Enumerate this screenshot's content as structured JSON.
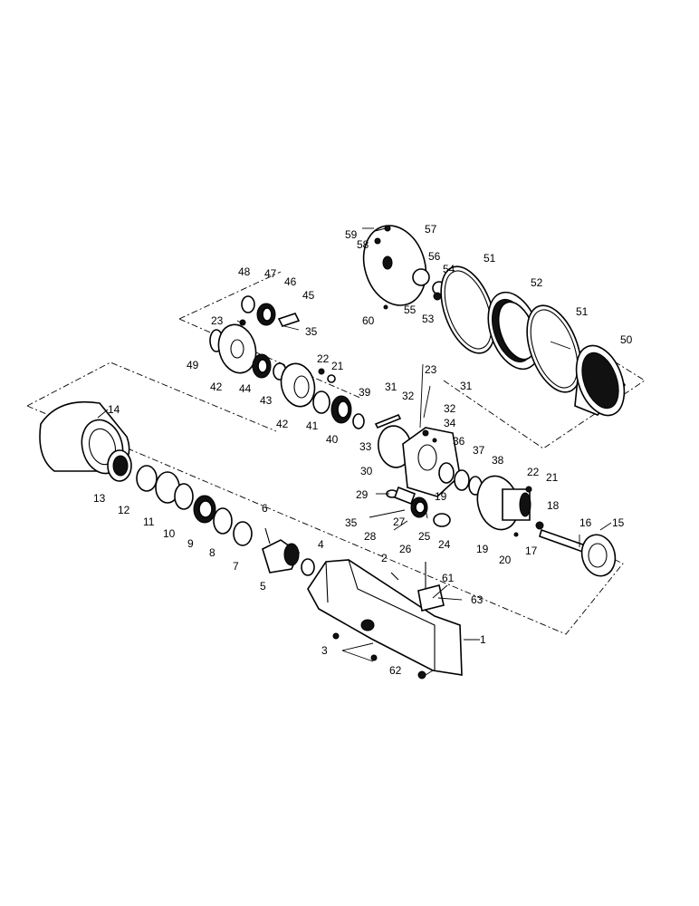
{
  "callouts": {
    "c1": "1",
    "c2": "2",
    "c3": "3",
    "c4": "4",
    "c5": "5",
    "c6": "6",
    "c7": "7",
    "c8": "8",
    "c9": "9",
    "c10": "10",
    "c11": "11",
    "c12": "12",
    "c13": "13",
    "c14": "14",
    "c15": "15",
    "c16": "16",
    "c17": "17",
    "c18": "18",
    "c19a": "19",
    "c19b": "19",
    "c20": "20",
    "c21a": "21",
    "c21b": "21",
    "c22a": "22",
    "c22b": "22",
    "c23a": "23",
    "c23b": "23",
    "c24": "24",
    "c25": "25",
    "c26": "26",
    "c27": "27",
    "c28": "28",
    "c29": "29",
    "c30": "30",
    "c31a": "31",
    "c31b": "31",
    "c32a": "32",
    "c32b": "32",
    "c33": "33",
    "c34": "34",
    "c35a": "35",
    "c35b": "35",
    "c36": "36",
    "c37": "37",
    "c38": "38",
    "c39": "39",
    "c40": "40",
    "c41": "41",
    "c42a": "42",
    "c42b": "42",
    "c43": "43",
    "c44": "44",
    "c45": "45",
    "c46": "46",
    "c47": "47",
    "c48": "48",
    "c49": "49",
    "c50": "50",
    "c51a": "51",
    "c51b": "51",
    "c52": "52",
    "c53": "53",
    "c54": "54",
    "c55": "55",
    "c56": "56",
    "c57": "57",
    "c58": "58",
    "c59": "59",
    "c60": "60",
    "c61": "61",
    "c62": "62",
    "c63": "63"
  }
}
